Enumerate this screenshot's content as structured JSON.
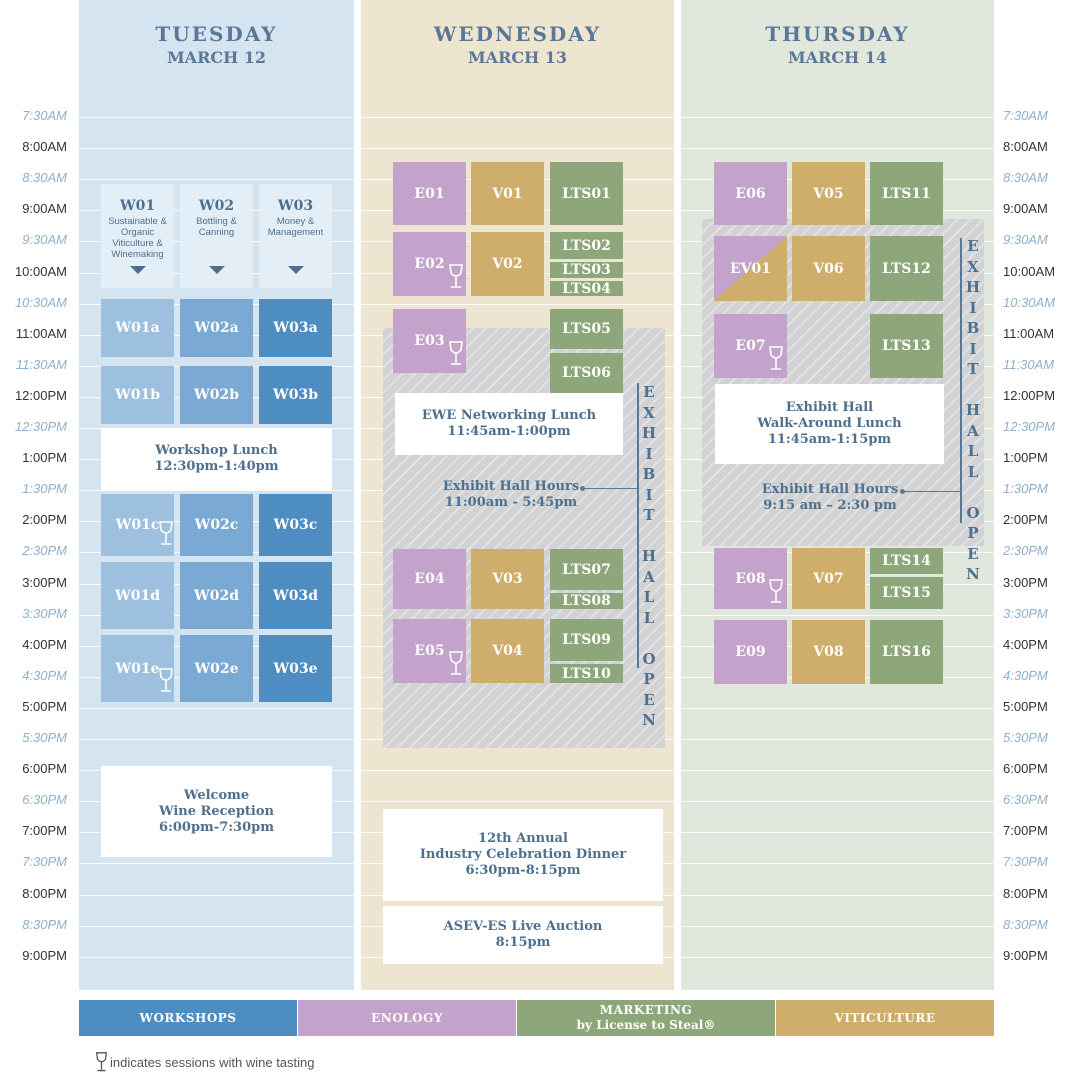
{
  "days": [
    {
      "name": "TUESDAY",
      "date": "MARCH 12"
    },
    {
      "name": "WEDNESDAY",
      "date": "MARCH 13"
    },
    {
      "name": "THURSDAY",
      "date": "MARCH 14"
    }
  ],
  "times": [
    "7:30AM",
    "8:00AM",
    "8:30AM",
    "9:00AM",
    "9:30AM",
    "10:00AM",
    "10:30AM",
    "11:00AM",
    "11:30AM",
    "12:00PM",
    "12:30PM",
    "1:00PM",
    "1:30PM",
    "2:00PM",
    "2:30PM",
    "3:00PM",
    "3:30PM",
    "4:00PM",
    "4:30PM",
    "5:00PM",
    "5:30PM",
    "6:00PM",
    "6:30PM",
    "7:00PM",
    "7:30PM",
    "8:00PM",
    "8:30PM",
    "9:00PM"
  ],
  "tuesday": {
    "workshops": [
      {
        "code": "W01",
        "desc": "Sustainable & Organic Viticulture & Winemaking"
      },
      {
        "code": "W02",
        "desc": "Bottling & Canning"
      },
      {
        "code": "W03",
        "desc": "Money & Management"
      }
    ],
    "sessions": {
      "w01a": "W01a",
      "w02a": "W02a",
      "w03a": "W03a",
      "w01b": "W01b",
      "w02b": "W02b",
      "w03b": "W03b",
      "w01c": "W01c",
      "w02c": "W02c",
      "w03c": "W03c",
      "w01d": "W01d",
      "w02d": "W02d",
      "w03d": "W03d",
      "w01e": "W01e",
      "w02e": "W02e",
      "w03e": "W03e"
    },
    "lunch": {
      "title": "Workshop Lunch",
      "time": "12:30pm-1:40pm"
    },
    "reception": {
      "line1": "Welcome",
      "line2": "Wine Reception",
      "time": "6:00pm-7:30pm"
    }
  },
  "wednesday": {
    "sessions": {
      "e01": "E01",
      "v01": "V01",
      "lts01": "LTS01",
      "e02": "E02",
      "v02": "V02",
      "lts02": "LTS02",
      "lts03": "LTS03",
      "lts04": "LTS04",
      "e03": "E03",
      "lts05": "LTS05",
      "lts06": "LTS06",
      "e04": "E04",
      "v03": "V03",
      "lts07": "LTS07",
      "lts08": "LTS08",
      "e05": "E05",
      "v04": "V04",
      "lts09": "LTS09",
      "lts10": "LTS10"
    },
    "lunch": {
      "title": "EWE Networking Lunch",
      "time": "11:45am-1:00pm"
    },
    "hall_hours": {
      "title": "Exhibit Hall Hours",
      "time": "11:00am - 5:45pm"
    },
    "hall_open": "EXHIBIT HALL OPEN",
    "dinner": {
      "line1": "12th Annual",
      "line2": "Industry Celebration Dinner",
      "time": "6:30pm-8:15pm"
    },
    "auction": {
      "title": "ASEV-ES Live Auction",
      "time": "8:15pm"
    }
  },
  "thursday": {
    "sessions": {
      "e06": "E06",
      "v05": "V05",
      "lts11": "LTS11",
      "ev01": "EV01",
      "v06": "V06",
      "lts12": "LTS12",
      "e07": "E07",
      "lts13": "LTS13",
      "e08": "E08",
      "v07": "V07",
      "lts14": "LTS14",
      "lts15": "LTS15",
      "e09": "E09",
      "v08": "V08",
      "lts16": "LTS16"
    },
    "lunch": {
      "line1": "Exhibit Hall",
      "line2": "Walk-Around Lunch",
      "time": "11:45am-1:15pm"
    },
    "hall_hours": {
      "title": "Exhibit Hall Hours",
      "time": "9:15 am – 2:30 pm"
    },
    "hall_open": "EXHIBIT HALL OPEN"
  },
  "legend": {
    "workshops": "WORKSHOPS",
    "enology": "ENOLOGY",
    "marketing_line1": "MARKETING",
    "marketing_line2": "by License to Steal®",
    "viticulture": "VITICULTURE"
  },
  "note": "indicates sessions with wine tasting",
  "colors": {
    "tuesday_bg": "#d4e4f1",
    "wednesday_bg": "#eee5d1",
    "thursday_bg": "#e1e7dc",
    "workshops": "#4e8dc1",
    "enology": "#c3a3cb",
    "marketing": "#8ea77a",
    "viticulture": "#cfad6a",
    "heading": "#5a7896"
  }
}
